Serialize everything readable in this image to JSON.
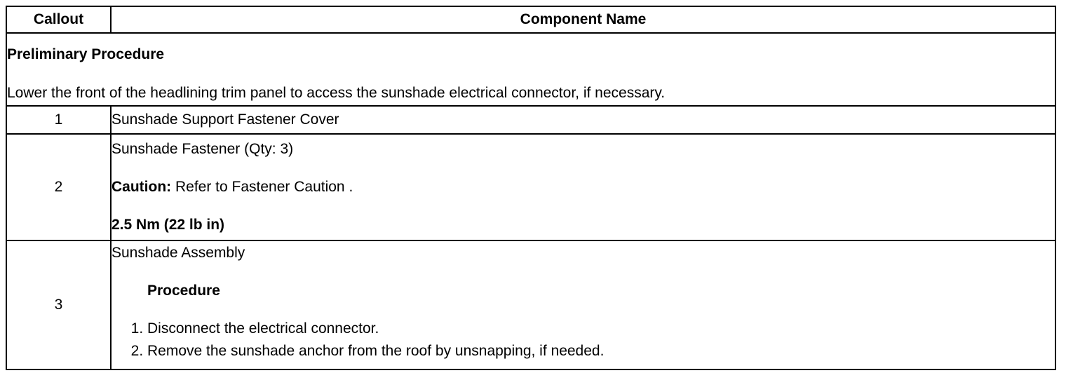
{
  "header": {
    "callout": "Callout",
    "component_name": "Component Name"
  },
  "preliminary": {
    "title": "Preliminary Procedure",
    "text": "Lower the front of the headlining trim panel to access the sunshade electrical connector, if necessary."
  },
  "rows": [
    {
      "callout": "1",
      "name": "Sunshade Support Fastener Cover"
    },
    {
      "callout": "2",
      "name": "Sunshade Fastener (Qty: 3)",
      "caution_label": "Caution:",
      "caution_text": " Refer to Fastener Caution .",
      "torque": "2.5 Nm (22 lb in)"
    },
    {
      "callout": "3",
      "name": "Sunshade Assembly",
      "procedure_heading": "Procedure",
      "steps": [
        "Disconnect the electrical connector.",
        "Remove the sunshade anchor from the roof by unsnapping, if needed."
      ]
    }
  ]
}
